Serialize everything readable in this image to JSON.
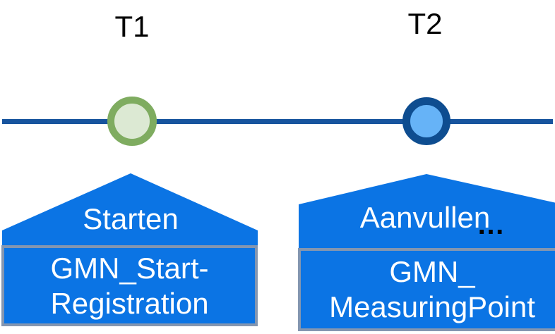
{
  "milestones": [
    {
      "time_label": "T1",
      "action_label": "Starten",
      "box_line1": "GMN_Start-",
      "box_line2": "Registration",
      "marker_ring_color": "#7FAC60",
      "marker_fill_color": "#DCE9D3"
    },
    {
      "time_label": "T2",
      "action_label": "Aanvullen",
      "overflow_indicator": "…",
      "box_line1": "GMN_",
      "box_line2": "MeasuringPoint",
      "marker_ring_color": "#0E4D90",
      "marker_fill_color": "#66B3F7"
    }
  ],
  "colors": {
    "shape_blue": "#0B74E4",
    "timeline_blue": "#17549E",
    "box_border_gray": "#8496B0",
    "text_white": "#FFFFFF",
    "text_black": "#000000"
  }
}
